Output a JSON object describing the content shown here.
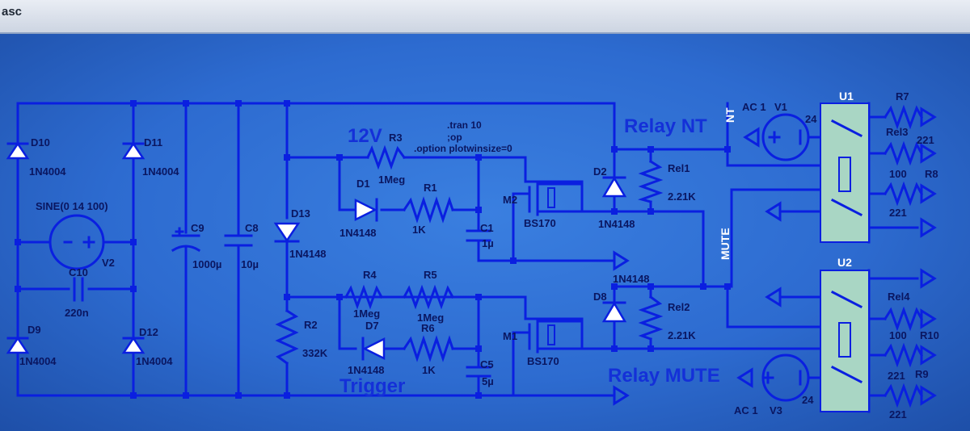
{
  "window": {
    "tab_label": "asc"
  },
  "labels": {
    "title_12v": "12V",
    "trigger": "Trigger",
    "relay_nt": "Relay NT",
    "relay_mute": "Relay MUTE",
    "net_nt": "NT",
    "net_mute": "MUTE",
    "directive_tran": ".tran 10",
    "directive_op": ";op",
    "directive_option": ".option plotwinsize=0"
  },
  "components": {
    "D10": {
      "name": "D10",
      "value": "1N4004"
    },
    "D11": {
      "name": "D11",
      "value": "1N4004"
    },
    "D9": {
      "name": "D9",
      "value": "1N4004"
    },
    "D12": {
      "name": "D12",
      "value": "1N4004"
    },
    "V2": {
      "name": "V2",
      "value": "SINE(0 14 100)"
    },
    "C10": {
      "name": "C10",
      "value": "220n"
    },
    "C9": {
      "name": "C9",
      "value": "1000µ"
    },
    "C8": {
      "name": "C8",
      "value": "10µ"
    },
    "D13": {
      "name": "D13",
      "value": "1N4148"
    },
    "R2": {
      "name": "R2",
      "value": "332K"
    },
    "R3": {
      "name": "R3",
      "value": "1Meg"
    },
    "D1": {
      "name": "D1",
      "value": "1N4148"
    },
    "R1": {
      "name": "R1",
      "value": "1K"
    },
    "C1": {
      "name": "C1",
      "value": "1µ"
    },
    "M2": {
      "name": "M2",
      "value": "BS170"
    },
    "R4": {
      "name": "R4",
      "value": "1Meg"
    },
    "R5": {
      "name": "R5",
      "value": "1Meg"
    },
    "D7": {
      "name": "D7",
      "value": "1N4148"
    },
    "R6": {
      "name": "R6",
      "value": "1K"
    },
    "C5": {
      "name": "C5",
      "value": "5µ"
    },
    "M1": {
      "name": "M1",
      "value": "BS170"
    },
    "D2": {
      "name": "D2",
      "value": "1N4148"
    },
    "D8": {
      "name": "D8",
      "value": "1N4148"
    },
    "Rel1": {
      "name": "Rel1",
      "value": "2.21K"
    },
    "Rel2": {
      "name": "Rel2",
      "value": "2.21K"
    },
    "V1": {
      "name": "V1",
      "value": "AC 1",
      "pin": "24"
    },
    "V3": {
      "name": "V3",
      "value": "AC 1",
      "pin": "24"
    },
    "U1": {
      "name": "U1"
    },
    "U2": {
      "name": "U2"
    },
    "R7": {
      "name": "R7",
      "value": "221"
    },
    "R8": {
      "name": "R8",
      "value": "100"
    },
    "Rel3": {
      "name": "Rel3",
      "value": "221"
    },
    "Rel4": {
      "name": "Rel4",
      "value": "100"
    },
    "R10": {
      "name": "R10",
      "value": "221"
    },
    "R9": {
      "name": "R9",
      "value": "221"
    }
  },
  "colors": {
    "wire": "#0a1fe0",
    "background": "#2d6bd0",
    "relay_body": "#a9d6c4"
  }
}
